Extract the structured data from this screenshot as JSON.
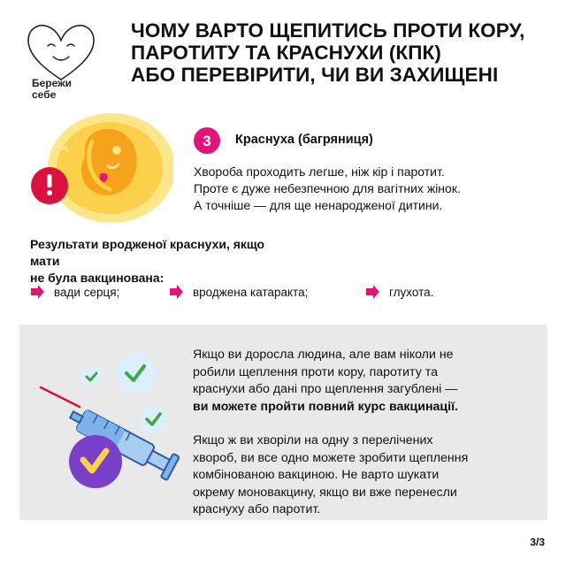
{
  "logo": {
    "line1": "Бережи",
    "line2": "себе"
  },
  "title": {
    "line1": "ЧОМУ ВАРТО ЩЕПИТИСЬ ПРОТИ КОРУ,",
    "line2": "ПАРОТИТУ ТА КРАСНУХИ (КПК)",
    "line3": "АБО ПЕРЕВІРИТИ, ЧИ ВИ ЗАХИЩЕНІ"
  },
  "section": {
    "number": "3",
    "title": "Краснуха (багряниця)",
    "intro_line1": "Хвороба проходить легше, ніж кір і паротит.",
    "intro_line2": "Проте є дуже небезпечною для вагітних жінок.",
    "intro_line3": "А точніше — для ще ненародженої дитини."
  },
  "results": {
    "title_line1": "Результати вродженої краснухи, якщо мати",
    "title_line2": "не була вакцинована:",
    "items": [
      "вади серця;",
      "вроджена катаракта;",
      "глухота."
    ]
  },
  "panel": {
    "p1_line1": "Якщо ви доросла людина, але вам ніколи не",
    "p1_line2": "робили щеплення проти кору, паротиту та",
    "p1_line3": "краснухи або дані про щеплення загублені —",
    "p1_bold": "ви можете пройти повний курс вакцинації.",
    "p2_line1": "Якщо ж ви хворіли на одну з перелічених",
    "p2_line2": "хвороб, ви все одно можете зробити щеплення",
    "p2_line3": "комбінованою вакциною. Не варто шукати",
    "p2_line4": "окрему моновакцину, якщо ви вже перенесли",
    "p2_line5": "краснуху або паротит."
  },
  "page_number": "3/3",
  "colors": {
    "accent_magenta": "#e0157a",
    "warning_red": "#d8113e",
    "embryo_yellow": "#fbd04a",
    "embryo_orange": "#f7a21b",
    "check_green": "#3aa843",
    "syringe_blue": "#7fb2e8",
    "purple_circle": "#7a3fc7",
    "panel_grey": "#e9e9e9"
  },
  "icons": [
    "heart-face-logo-icon",
    "embryo-illustration",
    "exclamation-icon",
    "number-badge-icon",
    "arrow-bullet-icon",
    "syringe-icon",
    "checkmark-icon"
  ]
}
